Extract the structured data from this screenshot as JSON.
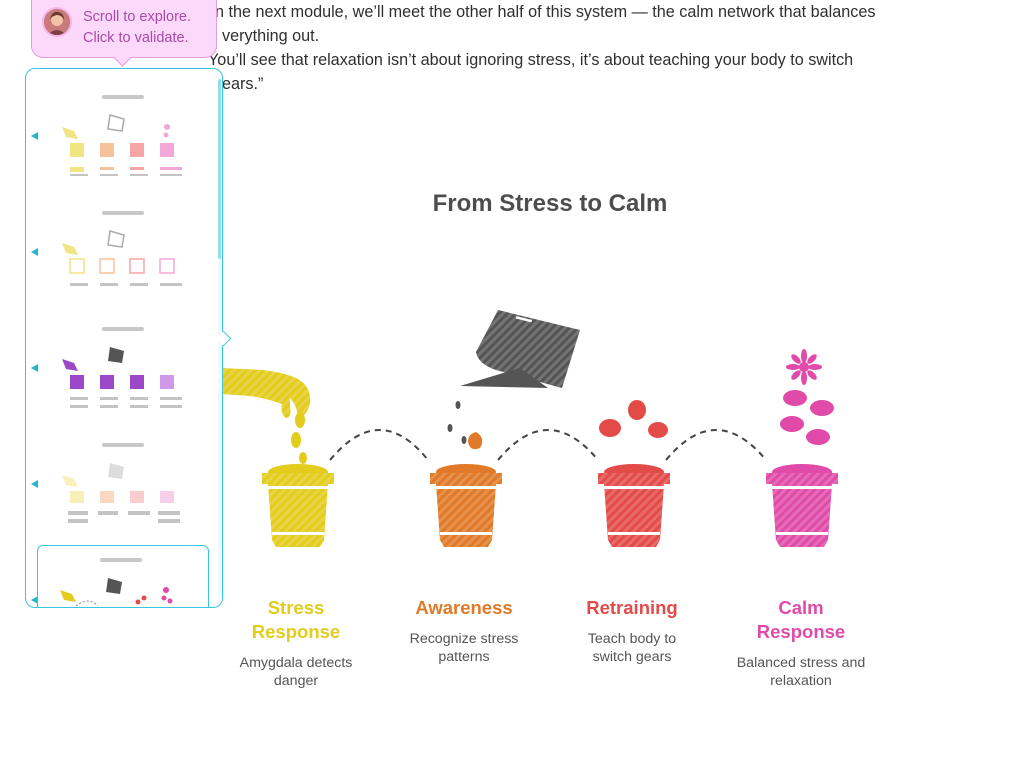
{
  "body_text": {
    "line1": "n the next module, we’ll meet the other half of this system — the calm network that balances",
    "line2": "verything out.",
    "line3": "You’ll see that relaxation isn’t about ignoring stress, it’s about teaching your body to switch",
    "line4": "ears.”"
  },
  "figure": {
    "title": "From Stress to Calm",
    "steps": [
      {
        "title": "Stress Response",
        "description": "Amygdala detects danger",
        "color": "#e3cc1c"
      },
      {
        "title": "Awareness",
        "description": "Recognize stress patterns",
        "color": "#e07a28"
      },
      {
        "title": "Retraining",
        "description": "Teach body to switch gears",
        "color": "#e34b48"
      },
      {
        "title": "Calm Response",
        "description": "Balanced stress and relaxation",
        "color": "#e04aa8"
      }
    ]
  },
  "tooltip": {
    "line1": "Scroll to explore.",
    "line2": "Click to validate."
  },
  "thumbnail_panel": {
    "thumbnails": [
      {
        "state": "yellow"
      },
      {
        "state": "yellow"
      },
      {
        "state": "purple"
      },
      {
        "state": "faded"
      },
      {
        "state": "current"
      }
    ],
    "active_index": 4
  },
  "colors": {
    "accent": "#38c6dc",
    "tooltip_bg": "#fcd9fb",
    "tooltip_text": "#a94aa7"
  }
}
